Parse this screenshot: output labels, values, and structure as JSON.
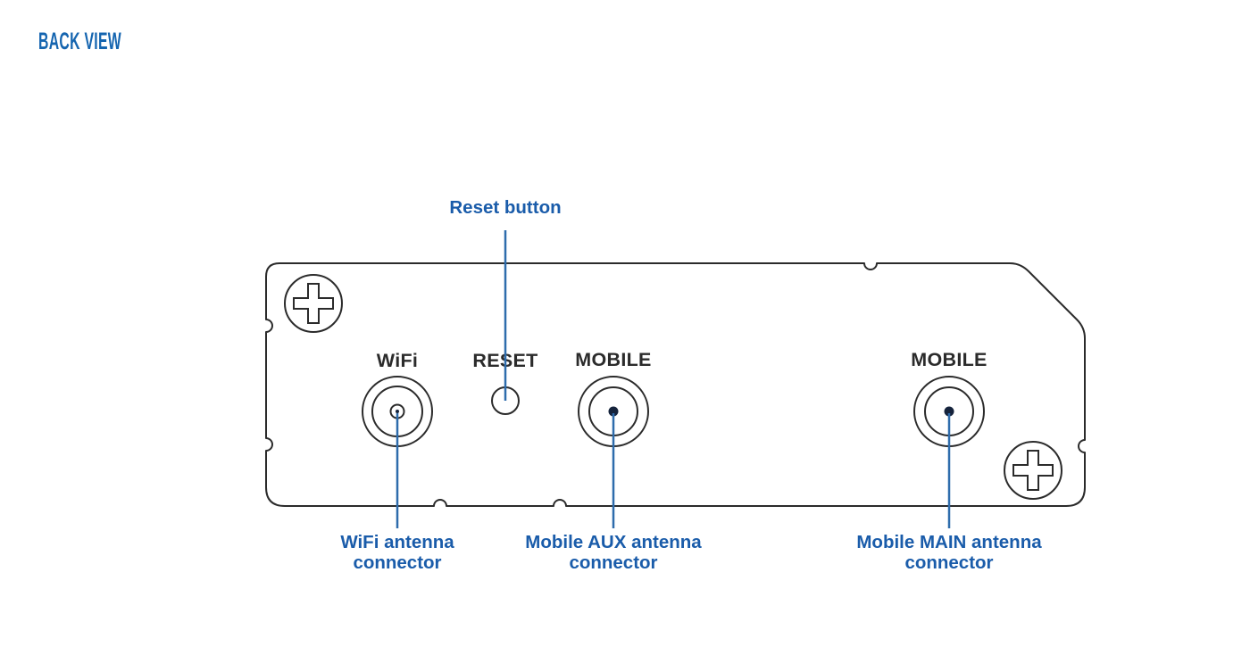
{
  "page_title": "BACK VIEW",
  "colors": {
    "title_blue": "#1565b0",
    "label_blue": "#1a5caa",
    "leader_blue": "#2e6cac",
    "outline_dark": "#2b2b2b"
  },
  "icons": {
    "screw": "phillips-screw",
    "connector": "coax-antenna-connector",
    "reset": "round-push-button"
  },
  "components": {
    "reset": {
      "panel_label": "RESET",
      "callout": "Reset button"
    },
    "wifi": {
      "panel_label": "WiFi",
      "callout_line1": "WiFi antenna",
      "callout_line2": "connector"
    },
    "mobile_aux": {
      "panel_label": "MOBILE",
      "callout_line1": "Mobile AUX antenna",
      "callout_line2": "connector"
    },
    "mobile_main": {
      "panel_label": "MOBILE",
      "callout_line1": "Mobile MAIN antenna",
      "callout_line2": "connector"
    }
  }
}
